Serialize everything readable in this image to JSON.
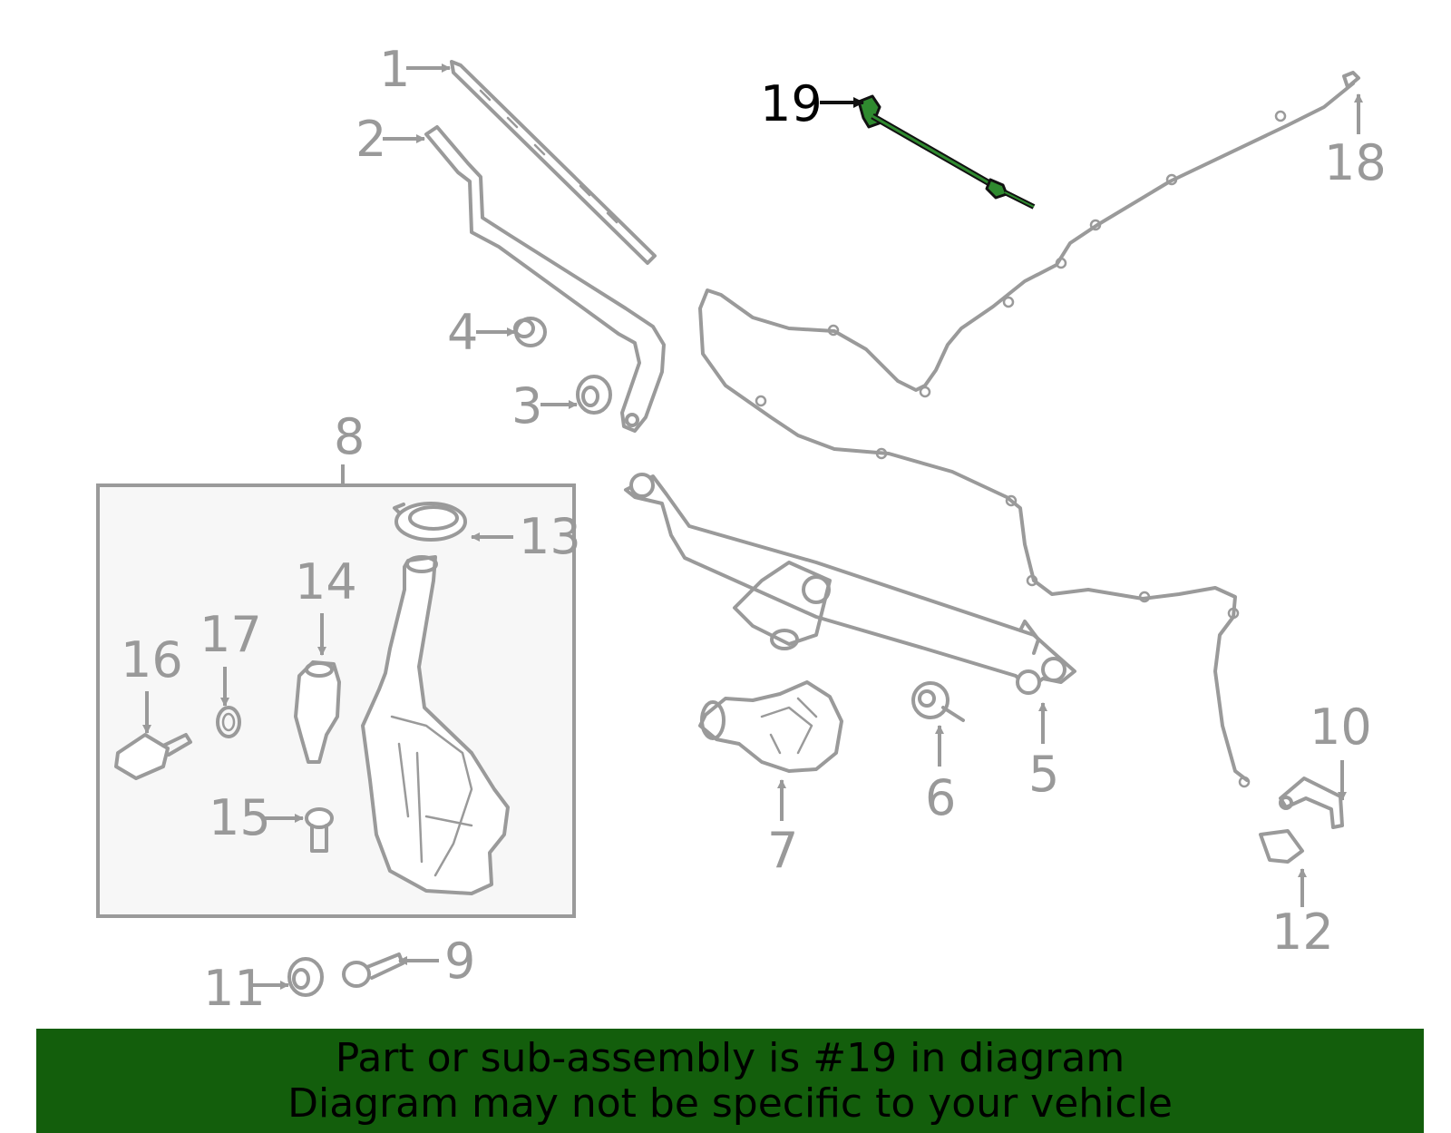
{
  "diagram": {
    "highlighted_part": "19",
    "callouts": [
      "1",
      "2",
      "3",
      "4",
      "5",
      "6",
      "7",
      "8",
      "9",
      "10",
      "11",
      "12",
      "13",
      "14",
      "15",
      "16",
      "17",
      "18",
      "19"
    ],
    "highlight_color": "#2f8a2f",
    "part_color": "#9a9a9a",
    "box_fill": "#f7f7f7"
  },
  "banner": {
    "line1": "Part or sub-assembly is #19 in diagram",
    "line2": "Diagram may not be specific to your vehicle",
    "background": "#135e0c"
  }
}
